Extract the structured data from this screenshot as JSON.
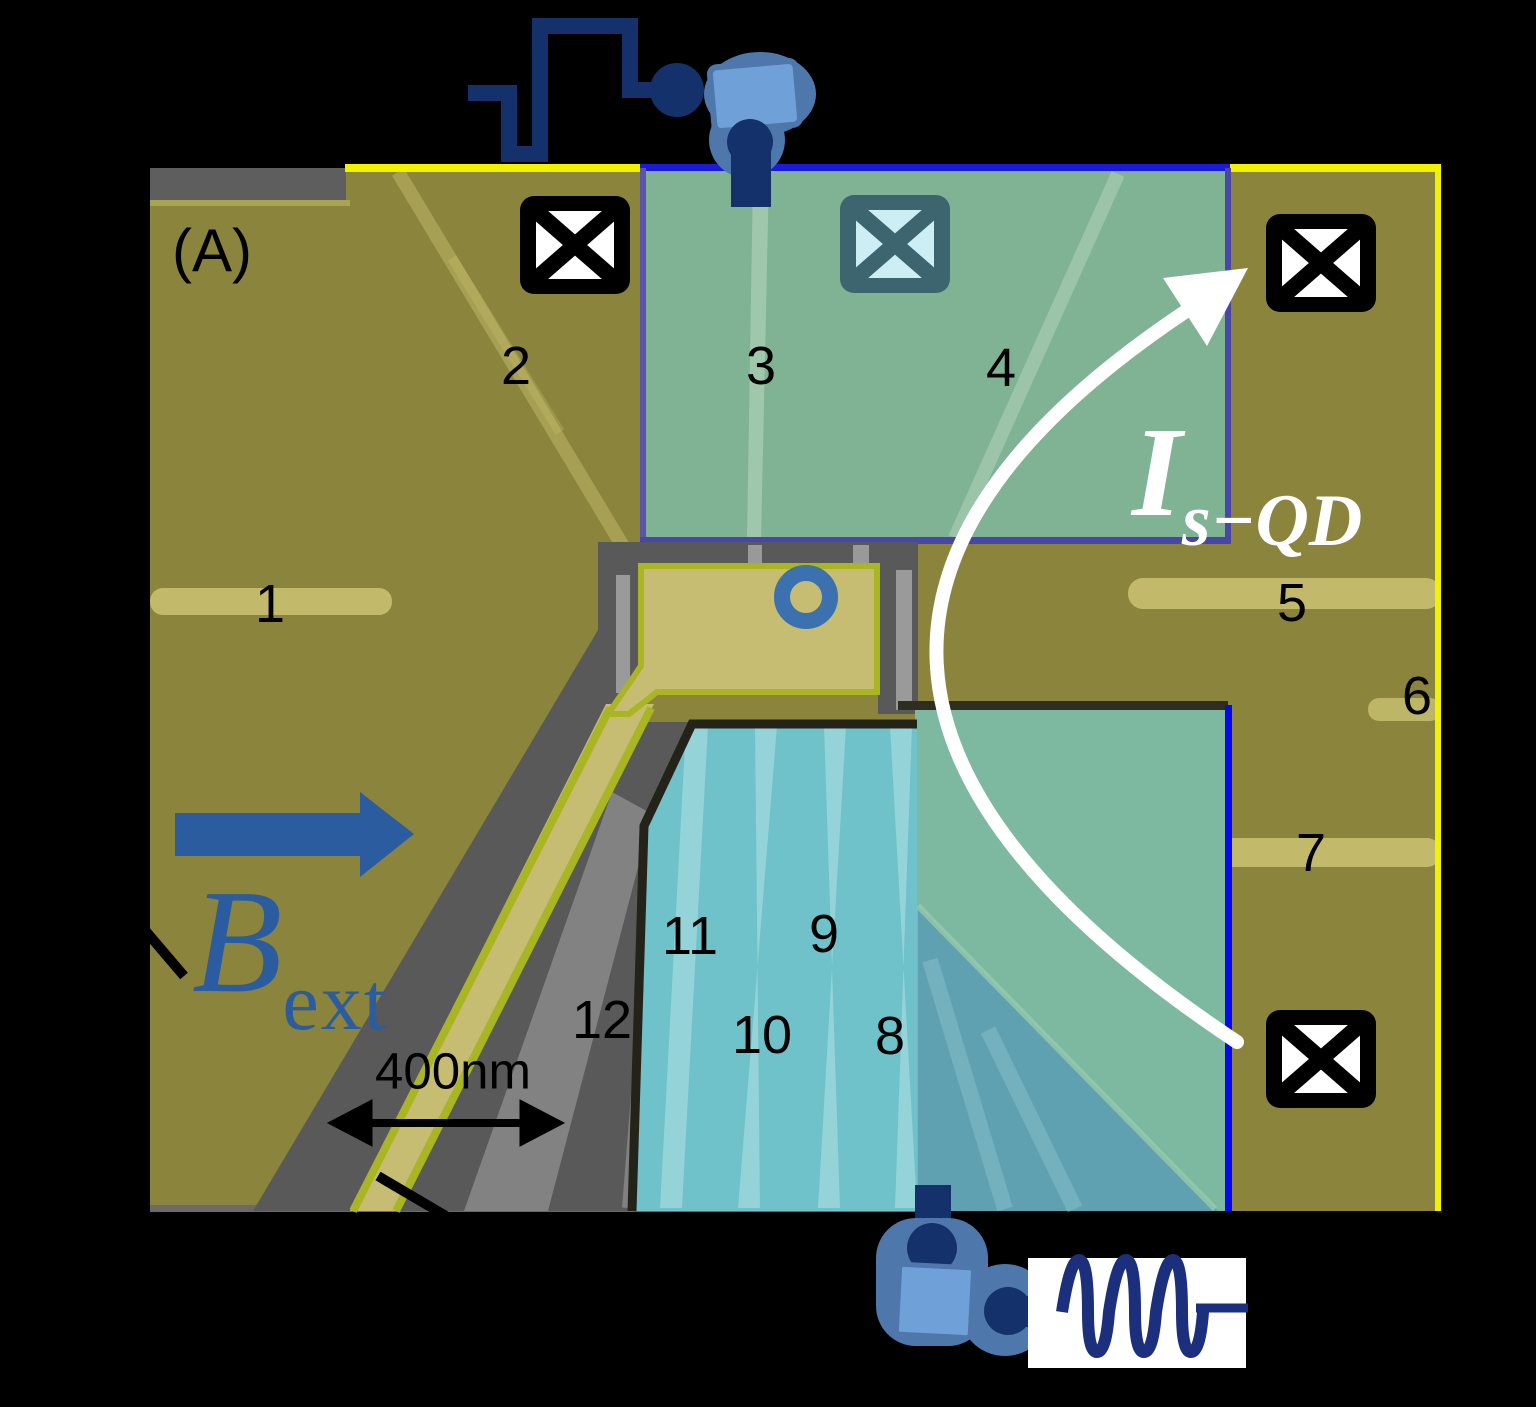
{
  "panel": {
    "label": "(A)"
  },
  "gates": {
    "g1": "1",
    "g2": "2",
    "g3": "3",
    "g4": "4",
    "g5": "5",
    "g6": "6",
    "g7": "7",
    "g8": "8",
    "g9": "9",
    "g10": "10",
    "g11": "11",
    "g12": "12"
  },
  "annotations": {
    "magnetic_field": {
      "symbol": "B",
      "subscript": "ext"
    },
    "current": {
      "symbol": "I",
      "subscript": "s−QD"
    },
    "scale_bar": {
      "label": "400nm"
    }
  },
  "icons": {
    "ohmic_contact": "crossed-box",
    "ohmic_contact_teal": "crossed-box-teal",
    "pulse_source": "step-pulse-waveform",
    "rf_source": "sine-coil",
    "connector": "coax-plug",
    "field_direction": "right-arrow",
    "current_path": "curved-arrow-white",
    "quantum_dot": "ring"
  },
  "colors": {
    "bg": "#000000",
    "olive": "#8a843c",
    "olive-gate": "#cbc372",
    "gray-bar": "#5e5e5e",
    "trench": "#595959",
    "trench-light": "#9a9a9a",
    "khaki": "#c6bd72",
    "gate-edge": "#a9b522",
    "green-top": "#7fb394",
    "green-low": "#7db9a0",
    "green-border-top": "#1a1ad8",
    "green-border-left": "#5a55a8",
    "green-border": "#4a46a8",
    "cyan": "#6fc1ca",
    "cyan-stripe": "#98d5d9",
    "teal-overlap": "#5fa1b1",
    "blue-line": "#0808f0",
    "yellow": "#f2f200",
    "navy": "#14316b",
    "blue-mid": "#4e78ab",
    "blue-light": "#70a0d8",
    "blue": "#2b5c9f",
    "ring-blue": "#3a71ae",
    "teal-frame": "#3d6570",
    "teal-fill": "#cdeef5",
    "white": "#ffffff"
  }
}
